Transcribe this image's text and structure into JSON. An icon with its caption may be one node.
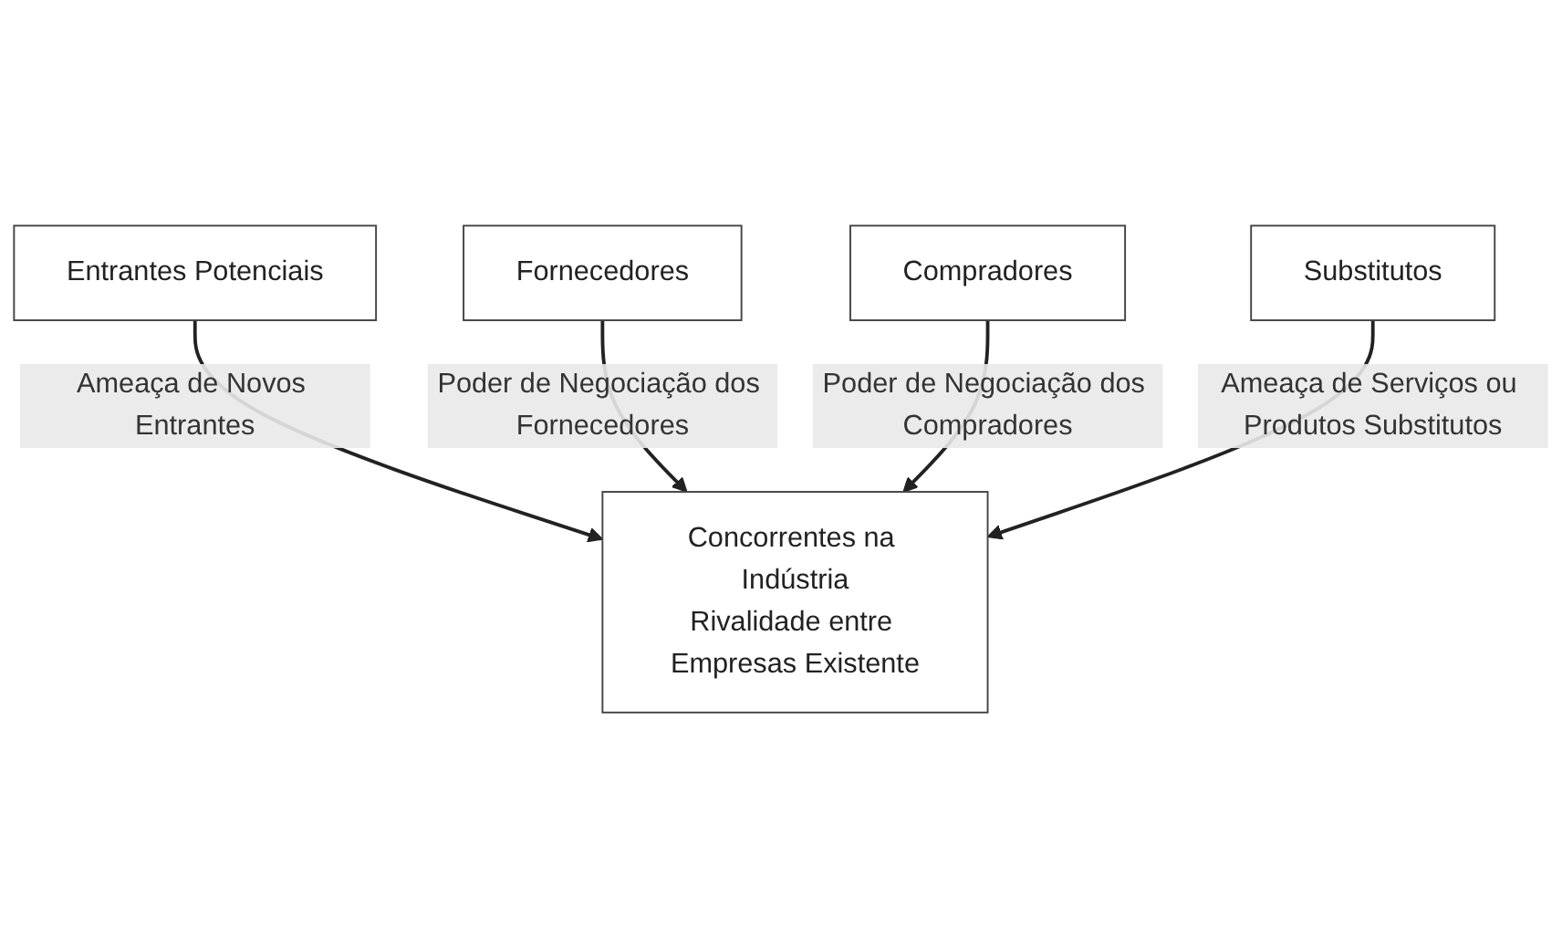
{
  "diagram": {
    "nodes": [
      {
        "text": [
          "Entrantes Potenciais"
        ]
      },
      {
        "text": [
          "Fornecedores"
        ]
      },
      {
        "text": [
          "Concorrentes na Indústria",
          "Rivalidade entre Empresas Existente"
        ]
      },
      {
        "text": [
          "Compradores"
        ]
      },
      {
        "text": [
          "Substitutos"
        ]
      }
    ],
    "edges": [
      {
        "from": 0,
        "to": 2,
        "arrow": "to",
        "label": "Ameaça de Novos Entrantes"
      },
      {
        "from": 1,
        "to": 2,
        "arrow": "to",
        "label": "Poder de Negociação dos Fornecedores"
      },
      {
        "from": 3,
        "to": 2,
        "arrow": "to",
        "label": "Poder de Negociação dos Compradores"
      },
      {
        "from": 4,
        "to": 2,
        "arrow": "to",
        "label": "Ameaça de Serviços ou Produtos Substitutos"
      }
    ]
  }
}
